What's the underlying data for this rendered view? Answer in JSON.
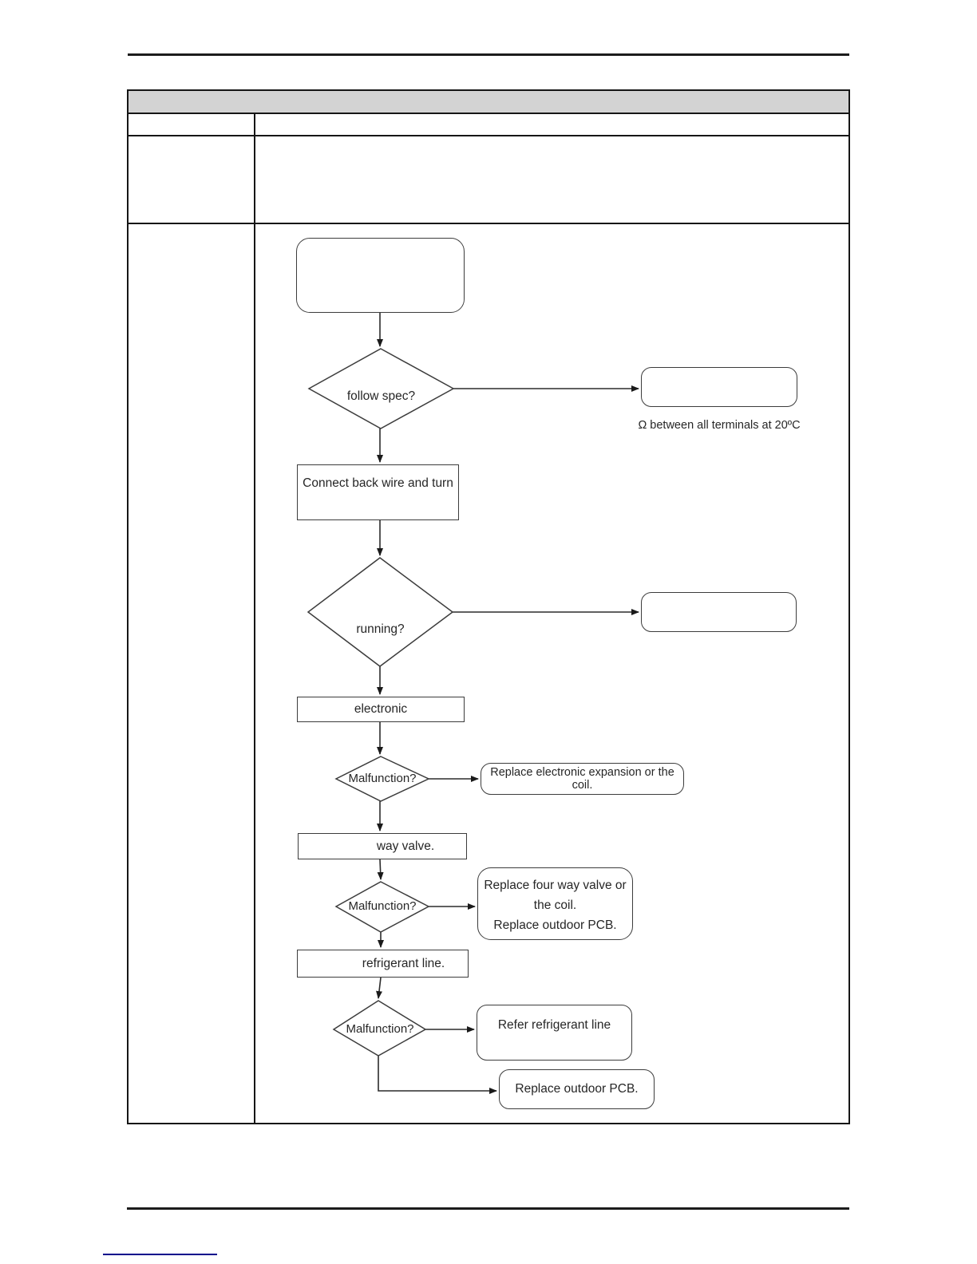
{
  "table": {
    "header_label": "",
    "row2_left": "",
    "row2_right": "",
    "row3_left": "",
    "row3_right": "",
    "row4_left": ""
  },
  "flowchart": {
    "start_box": {
      "label": ""
    },
    "decision_1": {
      "label": "follow spec?"
    },
    "result_1": {
      "label": "",
      "note": "Ω between all terminals at 20ºC"
    },
    "process_1": {
      "label": "Connect back wire and turn"
    },
    "decision_2": {
      "label": "running?"
    },
    "result_2": {
      "label": ""
    },
    "process_2": {
      "label": "electronic"
    },
    "decision_3": {
      "label": "Malfunction?"
    },
    "result_3": {
      "label": "Replace electronic expansion or the coil."
    },
    "process_3": {
      "label": "way valve."
    },
    "decision_4": {
      "label": "Malfunction?"
    },
    "result_4": {
      "lines": [
        "Replace four way valve or",
        "the coil.",
        "Replace outdoor PCB."
      ]
    },
    "process_4": {
      "label": "refrigerant line."
    },
    "decision_5": {
      "label": "Malfunction?"
    },
    "result_5": {
      "label": "Refer refrigerant line"
    },
    "result_6": {
      "label": "Replace outdoor PCB."
    }
  }
}
